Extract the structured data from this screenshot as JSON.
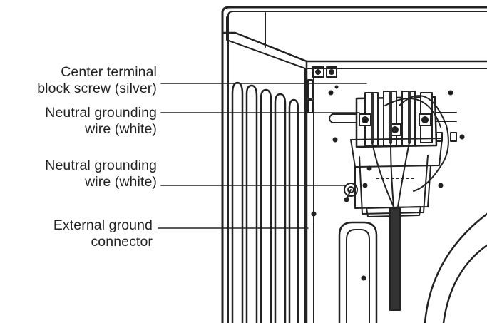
{
  "callouts": [
    {
      "lines": [
        "Center terminal",
        "block screw (silver)"
      ]
    },
    {
      "lines": [
        "Neutral grounding",
        "wire (white)"
      ]
    },
    {
      "lines": [
        "Neutral grounding",
        "wire (white)"
      ]
    },
    {
      "lines": [
        "External ground",
        "connector"
      ]
    }
  ],
  "colors": {
    "ink": "#222222",
    "background": "#ffffff",
    "cord": "#333333"
  }
}
